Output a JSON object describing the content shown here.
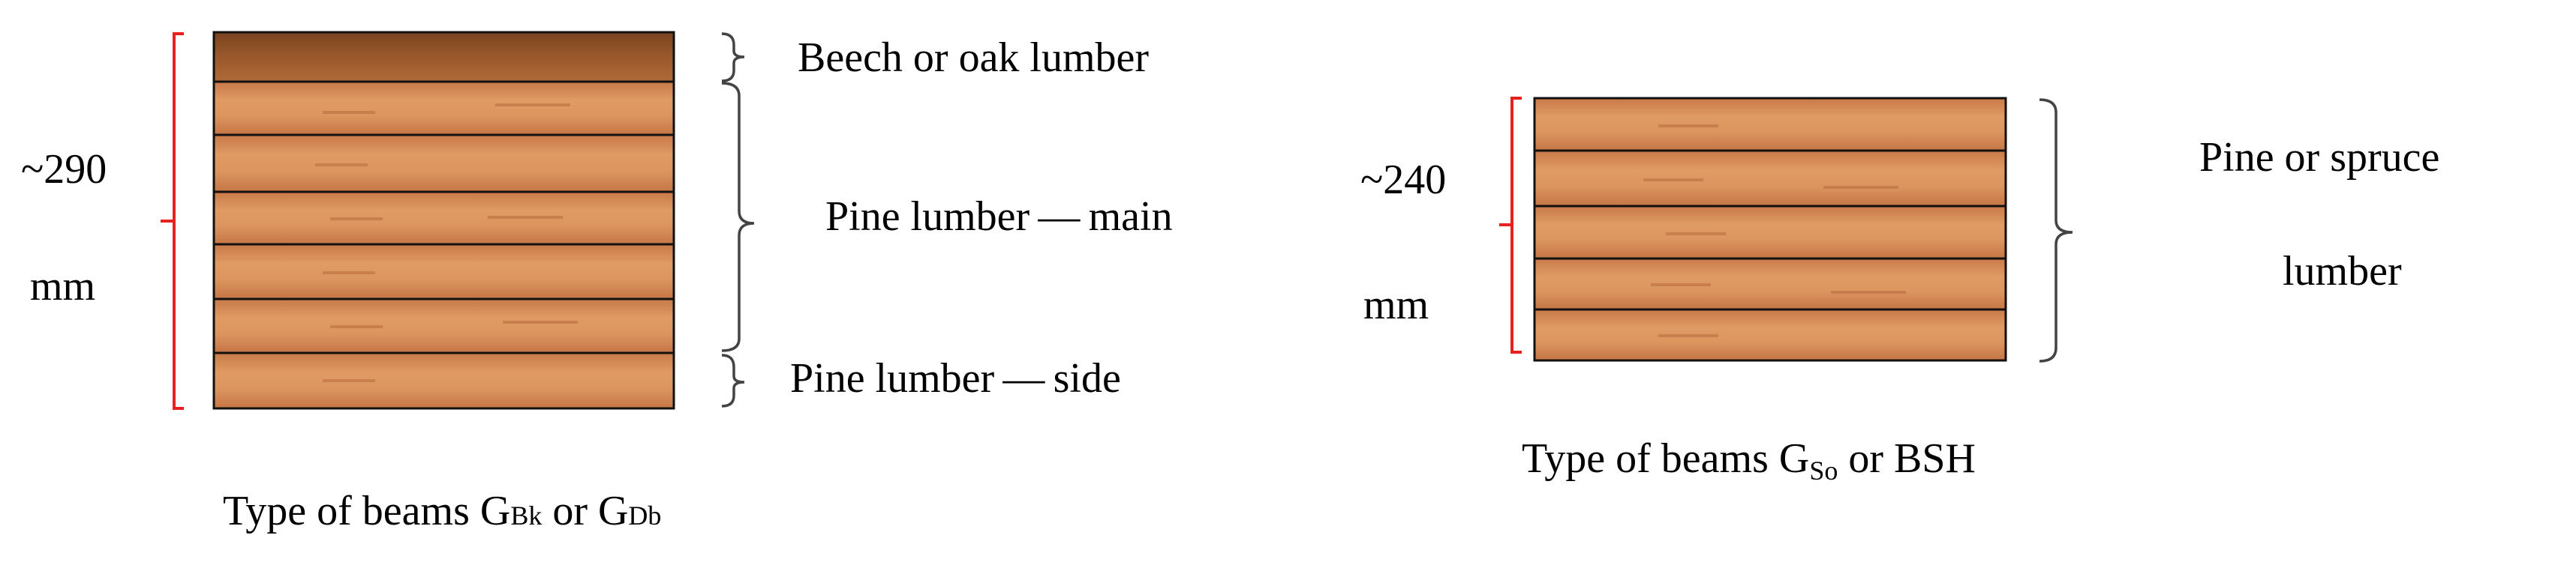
{
  "beam_left": {
    "height_value": "~290",
    "height_unit": "mm",
    "layers": [
      "beech-oak",
      "pine",
      "pine",
      "pine",
      "pine",
      "pine",
      "pine-side"
    ],
    "labels": {
      "top": "Beech or oak lumber",
      "main": "Pine lumber — main",
      "side": "Pine lumber — side"
    },
    "caption": {
      "prefix": "Type of beams G",
      "sub1": "Bk",
      "mid": " or G",
      "sub2": "Db"
    }
  },
  "beam_right": {
    "height_value": "~240",
    "height_unit": "mm",
    "layers": [
      "pine",
      "pine",
      "pine",
      "pine",
      "pine"
    ],
    "labels": {
      "line1": "Pine or spruce",
      "line2": "lumber"
    },
    "caption": {
      "prefix": "Type of beams G",
      "sub1": "So",
      "suffix": " or BSH"
    }
  },
  "colors": {
    "dimension_bracket": "#e8201f",
    "group_bracket": "#444444",
    "pine_wood": "#d98a54",
    "oak_wood": "#8e5226"
  }
}
